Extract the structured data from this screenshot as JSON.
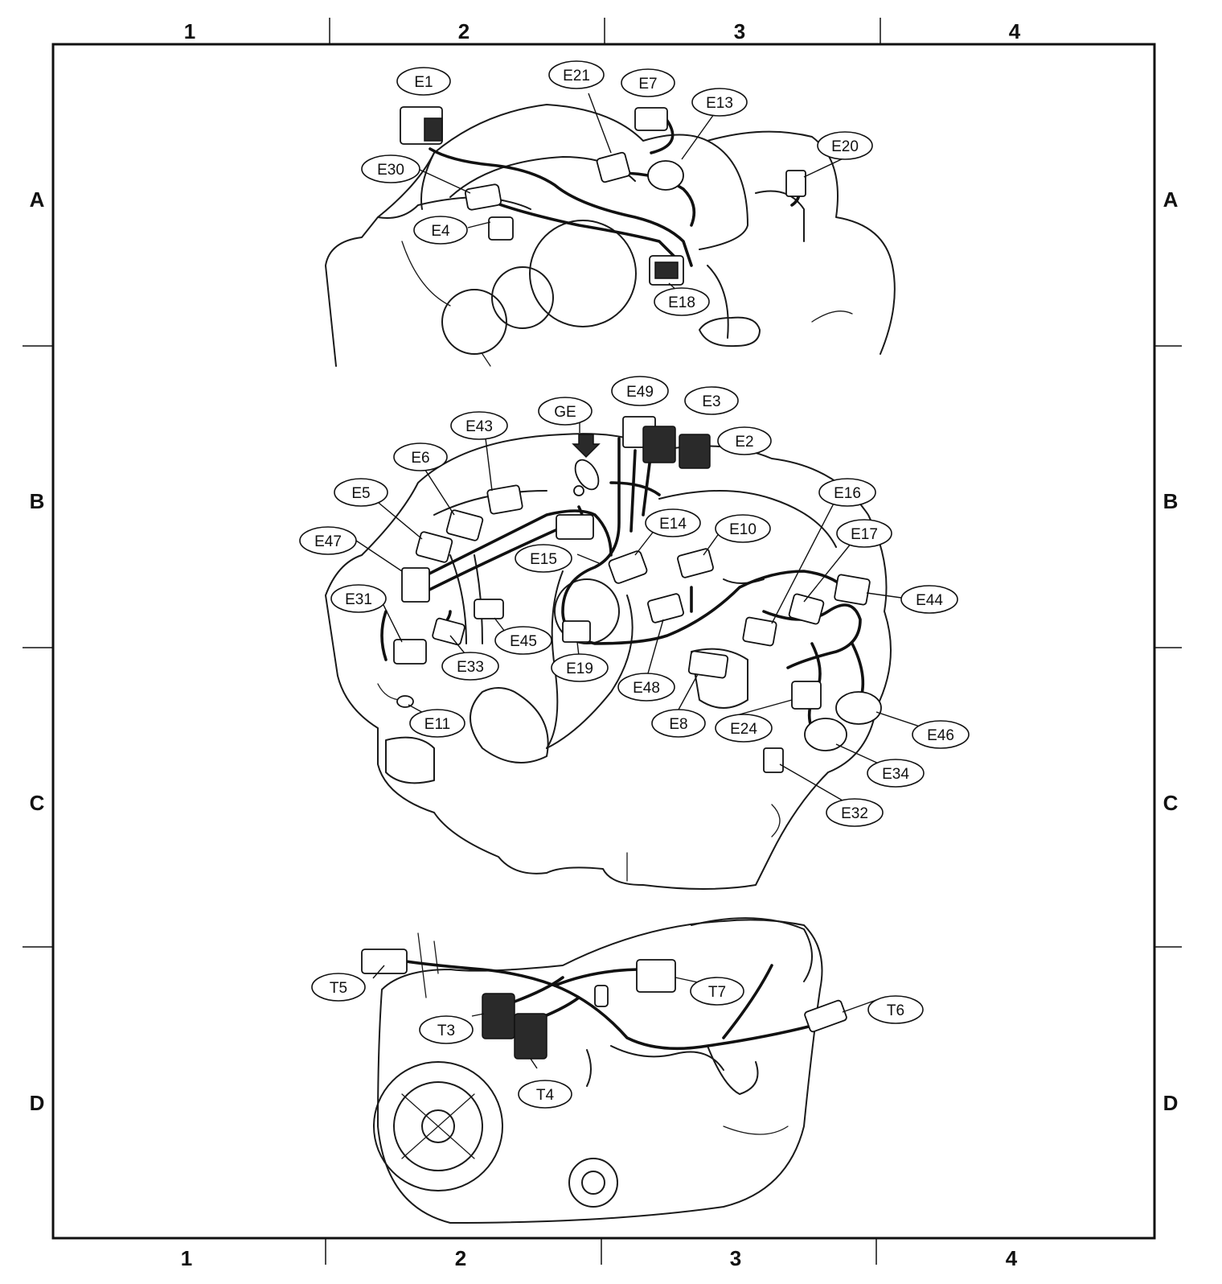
{
  "grid": {
    "columns": [
      "1",
      "2",
      "3",
      "4"
    ],
    "rows": [
      "A",
      "B",
      "C",
      "D"
    ]
  },
  "connectors": {
    "E1": "E1",
    "E21": "E21",
    "E7": "E7",
    "E13": "E13",
    "E20": "E20",
    "E30": "E30",
    "E4": "E4",
    "E18": "E18",
    "E49": "E49",
    "E3": "E3",
    "GE": "GE",
    "E43": "E43",
    "E2": "E2",
    "E6": "E6",
    "E16": "E16",
    "E5": "E5",
    "E14": "E14",
    "E10": "E10",
    "E17": "E17",
    "E47": "E47",
    "E15": "E15",
    "E44": "E44",
    "E31": "E31",
    "E45": "E45",
    "E33": "E33",
    "E19": "E19",
    "E48": "E48",
    "E8": "E8",
    "E24": "E24",
    "E46": "E46",
    "E11": "E11",
    "E34": "E34",
    "E32": "E32",
    "T5": "T5",
    "T7": "T7",
    "T6": "T6",
    "T3": "T3",
    "T4": "T4"
  }
}
